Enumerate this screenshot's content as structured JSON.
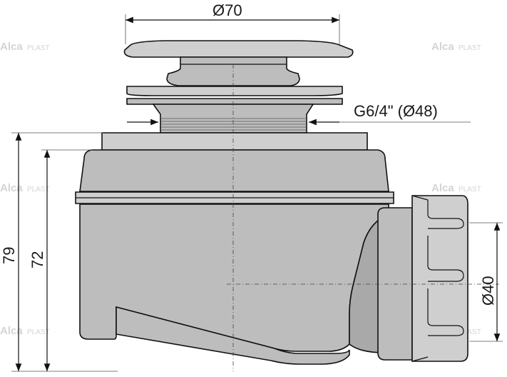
{
  "dimensions": {
    "top_diameter": "Ø70",
    "thread": "G6/4\" (Ø48)",
    "height_total": "79",
    "height_body": "72",
    "outlet_diameter": "Ø40"
  },
  "watermark": {
    "brand": "Alca",
    "suffix": "PLAST"
  },
  "colors": {
    "body_fill": "#bdbdbd",
    "outline": "#111111",
    "watermark": "#d4d4d4"
  }
}
